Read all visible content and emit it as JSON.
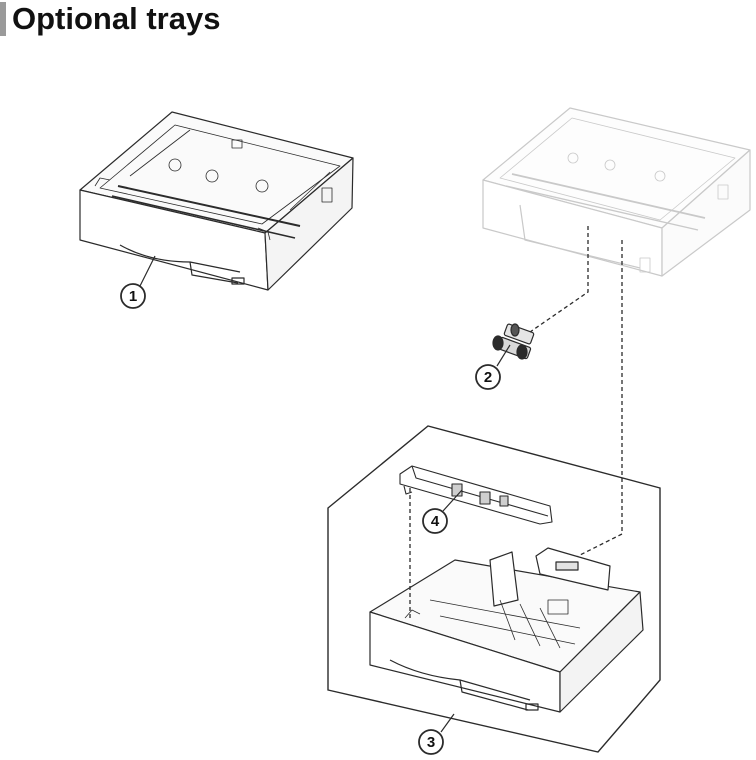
{
  "header": {
    "title": "Optional trays"
  },
  "callouts": [
    {
      "id": "1",
      "label": "1"
    },
    {
      "id": "2",
      "label": "2"
    },
    {
      "id": "3",
      "label": "3"
    },
    {
      "id": "4",
      "label": "4"
    }
  ],
  "colors": {
    "line": "#2b2b2b",
    "ghost": "#c9c9c9",
    "title_bar": "#9a9a9a"
  }
}
